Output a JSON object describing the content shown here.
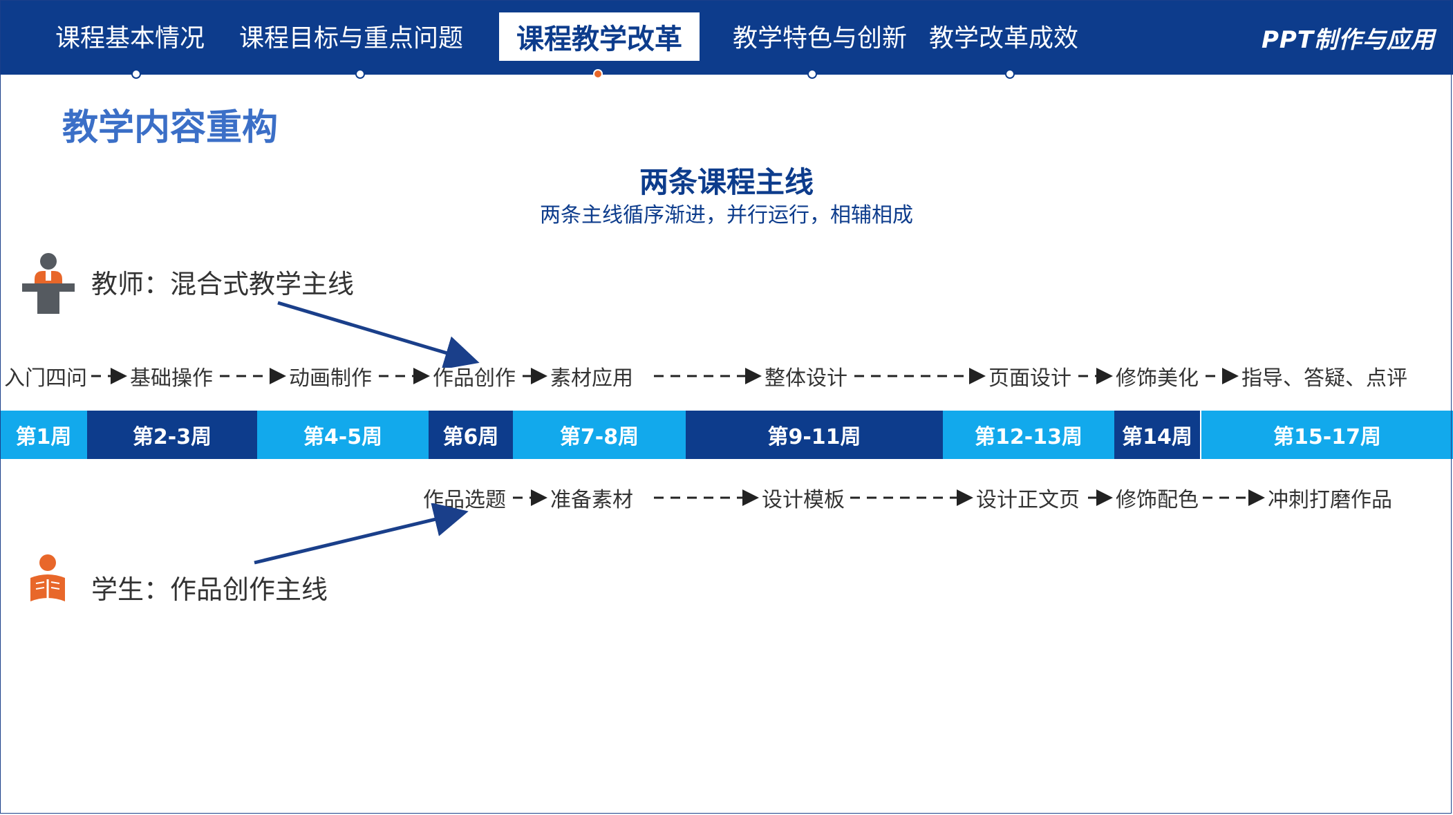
{
  "nav": {
    "tabs": [
      {
        "label": "课程基本情况",
        "active": false
      },
      {
        "label": "课程目标与重点问题",
        "active": false
      },
      {
        "label": "课程教学改革",
        "active": true
      },
      {
        "label": "教学特色与创新",
        "active": false
      },
      {
        "label": "教学改革成效",
        "active": false
      }
    ],
    "brand": "PPT制作与应用"
  },
  "page_title": "教学内容重构",
  "main_title": "两条课程主线",
  "main_subtitle": "两条主线循序渐进，并行运行，相辅相成",
  "teacher": {
    "label": "教师：混合式教学主线",
    "steps": [
      "入门四问",
      "基础操作",
      "动画制作",
      "作品创作",
      "素材应用",
      "整体设计",
      "页面设计",
      "修饰美化",
      "指导、答疑、点评"
    ]
  },
  "weeks": [
    "第1周",
    "第2-3周",
    "第4-5周",
    "第6周",
    "第7-8周",
    "第9-11周",
    "第12-13周",
    "第14周",
    "第15-17周"
  ],
  "student": {
    "label": "学生：作品创作主线",
    "steps": [
      "作品选题",
      "准备素材",
      "设计模板",
      "设计正文页",
      "修饰配色",
      "冲刺打磨作品"
    ]
  },
  "colors": {
    "nav_bg": "#0d3c8c",
    "accent_orange": "#e8672a",
    "week_light": "#12a9ec",
    "week_dark": "#0d3c8c",
    "title_blue": "#3b6fc7"
  },
  "icons": {
    "teacher": "teacher-podium-icon",
    "student": "student-reading-icon"
  }
}
